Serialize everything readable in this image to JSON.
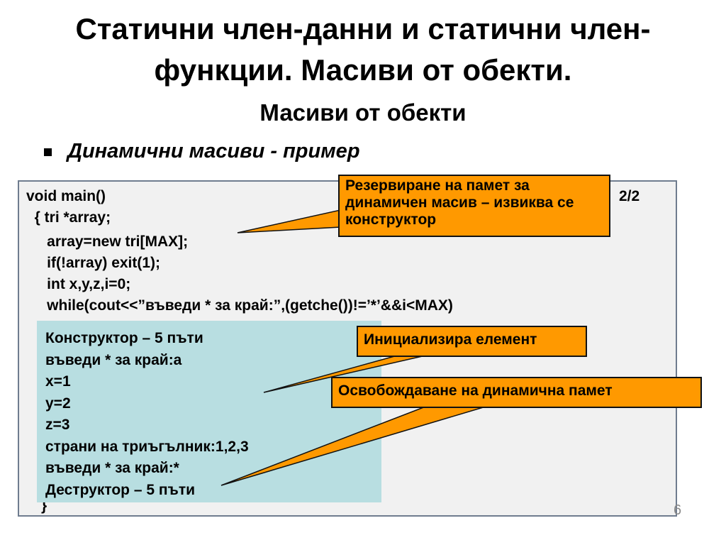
{
  "slide": {
    "title_line1": "Статични член-данни и статични член-",
    "title_line2": "функции. Масиви от обекти.",
    "subtitle": "Масиви от обекти",
    "bullet": "Динамични масиви - пример"
  },
  "code": {
    "lines": [
      "void main()",
      "  { tri *array;",
      "     array=new tri[MAX];",
      "     if(!array) exit(1);",
      "     int x,y,z,i=0;",
      "     while(cout<<”въведи * за край:”,(getche())!=’*’&&i<MAX)"
    ],
    "closing": "}",
    "page_indicator": "2/2",
    "slide_number": "6"
  },
  "output": {
    "lines": [
      "Конструктор – 5 пъти",
      "въведи * за край:a",
      "x=1",
      "y=2",
      "z=3",
      "страни на триъгълник:1,2,3",
      "въведи * за край:*",
      "Деструктор – 5 пъти"
    ]
  },
  "callouts": {
    "memory_alloc": "Резервиране на памет за динамичен масив – извиква се конструктор",
    "init_element": "Инициализира елемент",
    "free_memory": "Освобождаване на динамична памет"
  },
  "colors": {
    "callout_fill": "#ff9900",
    "output_fill": "#b8dee1",
    "code_fill": "#f1f1f1",
    "code_border": "#6f7c8f"
  }
}
